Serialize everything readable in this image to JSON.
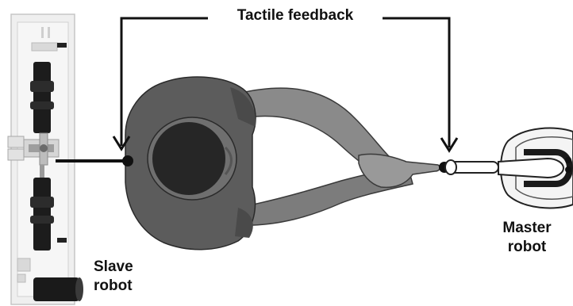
{
  "diagram": {
    "title": "Tactile feedback",
    "slave_label": [
      "Slave",
      "robot"
    ],
    "master_label": [
      "Master",
      "robot"
    ]
  },
  "colors": {
    "background": "#ffffff",
    "line": "#111111",
    "robot_frame": "#ececec",
    "robot_dark": "#1c1c1c",
    "skin": "#7a7a7a",
    "shirt": "#5a5a5a",
    "hair": "#2a2a2a"
  }
}
